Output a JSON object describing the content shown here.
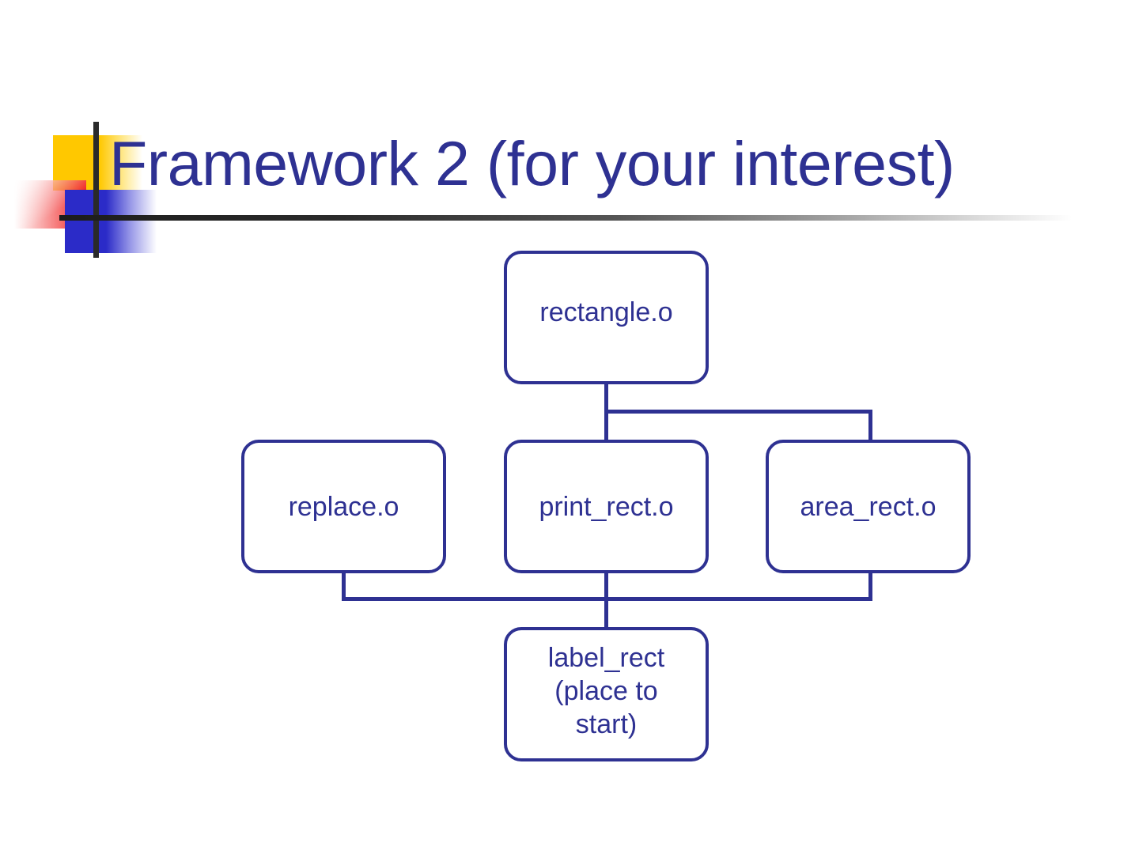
{
  "slide": {
    "title": "Framework 2 (for your interest)",
    "background_color": "#ffffff",
    "title_color": "#2E3192",
    "accent_colors": {
      "yellow": "#FFC800",
      "red": "#F02020",
      "blue": "#2B2BC8",
      "rule": "#2A2A2A",
      "diagram_line": "#2E3192"
    }
  },
  "diagram": {
    "type": "tree",
    "nodes": [
      {
        "id": "rectangle",
        "label": "rectangle.o",
        "row": 0
      },
      {
        "id": "replace",
        "label": "replace.o",
        "row": 1
      },
      {
        "id": "print_rect",
        "label": "print_rect.o",
        "row": 1
      },
      {
        "id": "area_rect",
        "label": "area_rect.o",
        "row": 1
      },
      {
        "id": "label_rect",
        "label": "label_rect\n(place to\nstart)",
        "row": 2
      }
    ],
    "edges": [
      {
        "from": "rectangle",
        "to": "print_rect"
      },
      {
        "from": "rectangle",
        "to": "area_rect"
      },
      {
        "from": "replace",
        "to": "label_rect"
      },
      {
        "from": "print_rect",
        "to": "label_rect"
      },
      {
        "from": "area_rect",
        "to": "label_rect"
      }
    ]
  }
}
